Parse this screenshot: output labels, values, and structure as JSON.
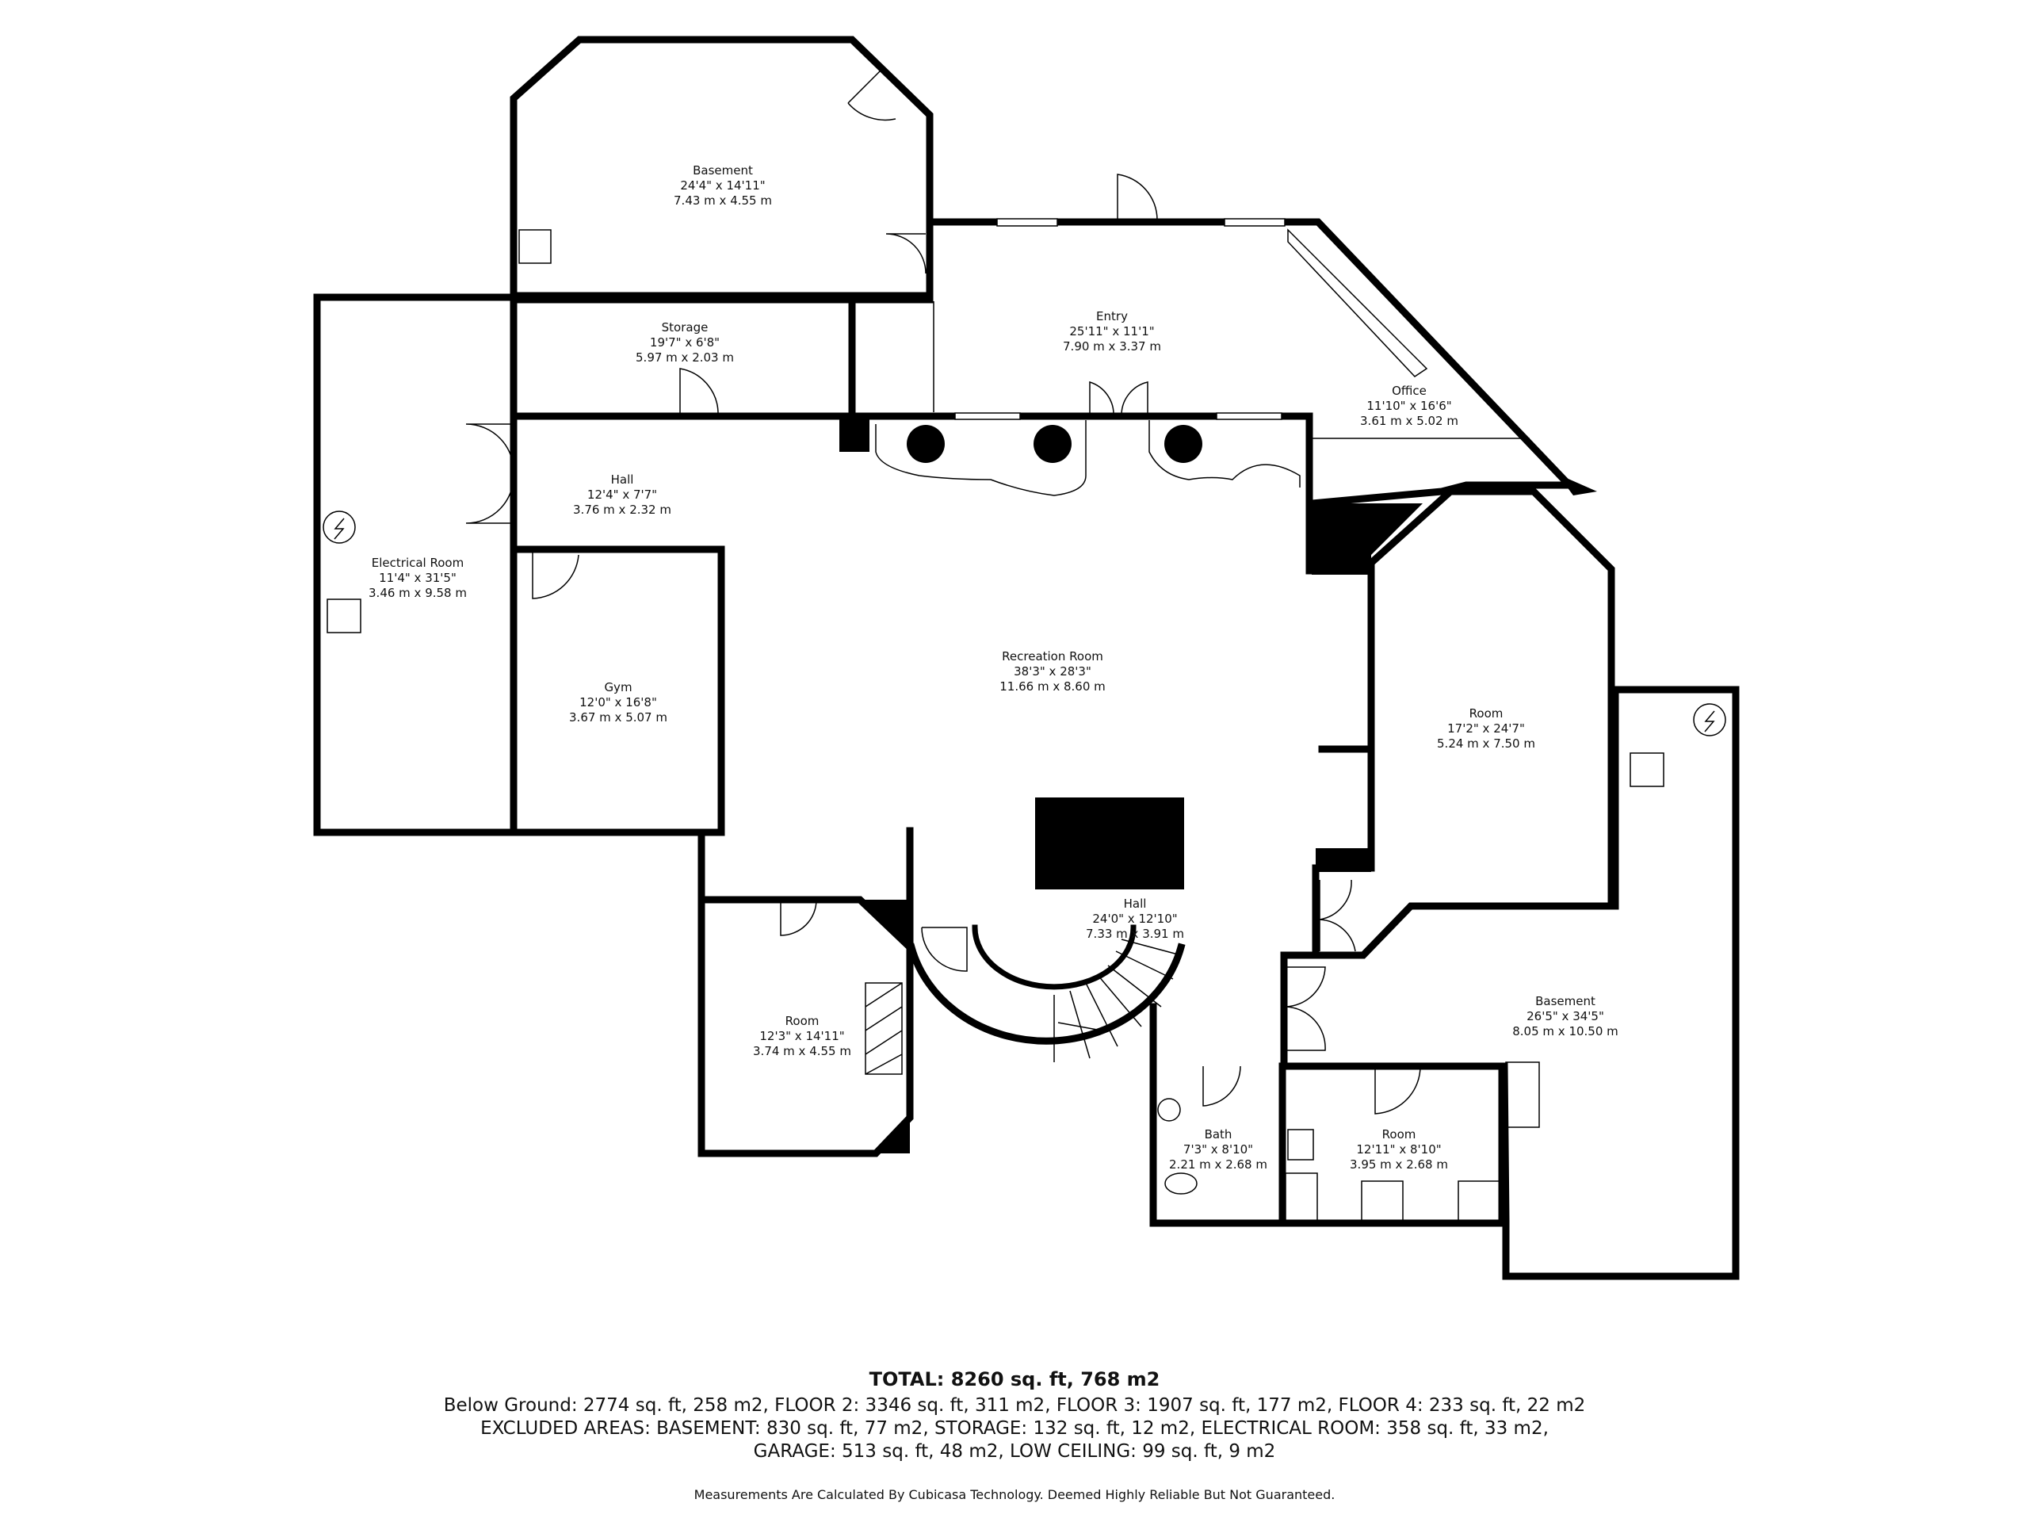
{
  "rooms": [
    {
      "id": "basement-top",
      "name": "Basement",
      "dim_imperial": "24'4\" x 14'11\"",
      "dim_metric": "7.43 m x 4.55 m"
    },
    {
      "id": "storage",
      "name": "Storage",
      "dim_imperial": "19'7\" x 6'8\"",
      "dim_metric": "5.97 m x 2.03 m"
    },
    {
      "id": "entry",
      "name": "Entry",
      "dim_imperial": "25'11\" x 11'1\"",
      "dim_metric": "7.90 m x 3.37 m"
    },
    {
      "id": "office",
      "name": "Office",
      "dim_imperial": "11'10\" x 16'6\"",
      "dim_metric": "3.61 m x 5.02 m"
    },
    {
      "id": "hall-upper",
      "name": "Hall",
      "dim_imperial": "12'4\" x 7'7\"",
      "dim_metric": "3.76 m x 2.32 m"
    },
    {
      "id": "electrical-room",
      "name": "Electrical Room",
      "dim_imperial": "11'4\" x 31'5\"",
      "dim_metric": "3.46 m x 9.58 m"
    },
    {
      "id": "gym",
      "name": "Gym",
      "dim_imperial": "12'0\" x 16'8\"",
      "dim_metric": "3.67 m x 5.07 m"
    },
    {
      "id": "recreation-room",
      "name": "Recreation Room",
      "dim_imperial": "38'3\" x 28'3\"",
      "dim_metric": "11.66 m x 8.60 m"
    },
    {
      "id": "room-right",
      "name": "Room",
      "dim_imperial": "17'2\" x 24'7\"",
      "dim_metric": "5.24 m x 7.50 m"
    },
    {
      "id": "hall-lower",
      "name": "Hall",
      "dim_imperial": "24'0\" x 12'10\"",
      "dim_metric": "7.33 m x 3.91 m"
    },
    {
      "id": "room-left",
      "name": "Room",
      "dim_imperial": "12'3\" x 14'11\"",
      "dim_metric": "3.74 m x 4.55 m"
    },
    {
      "id": "basement-bottom",
      "name": "Basement",
      "dim_imperial": "26'5\" x 34'5\"",
      "dim_metric": "8.05 m x 10.50 m"
    },
    {
      "id": "bath",
      "name": "Bath",
      "dim_imperial": "7'3\" x 8'10\"",
      "dim_metric": "2.21 m x 2.68 m"
    },
    {
      "id": "room-bottom",
      "name": "Room",
      "dim_imperial": "12'11\" x 8'10\"",
      "dim_metric": "3.95 m x 2.68 m"
    }
  ],
  "footer": {
    "total": "TOTAL: 8260 sq. ft, 768 m2",
    "line1": "Below Ground: 2774 sq. ft, 258 m2, FLOOR 2: 3346 sq. ft, 311 m2, FLOOR 3: 1907 sq. ft, 177 m2, FLOOR 4: 233 sq. ft, 22 m2",
    "line2": "EXCLUDED AREAS: BASEMENT: 830 sq. ft, 77 m2, STORAGE: 132 sq. ft, 12 m2, ELECTRICAL ROOM: 358 sq. ft, 33 m2,",
    "line3": "GARAGE: 513 sq. ft, 48 m2, LOW CEILING: 99 sq. ft, 9 m2",
    "disclaimer": "Measurements Are Calculated By Cubicasa Technology. Deemed Highly Reliable But Not Guaranteed."
  },
  "colors": {
    "wall": "#000000",
    "background": "#ffffff",
    "text": "#111111"
  }
}
